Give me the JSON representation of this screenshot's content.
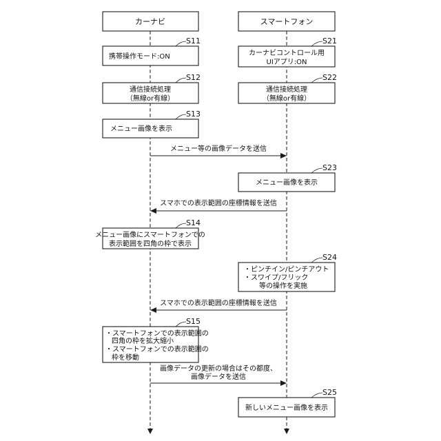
{
  "actors": {
    "car_navi": "カーナビ",
    "smartphone": "スマートフォン"
  },
  "steps": {
    "s11": {
      "label": "S11",
      "text": "携帯操作モード:ON"
    },
    "s21": {
      "label": "S21",
      "line1": "カーナビコントロール用",
      "line2": "UIアプリ:ON"
    },
    "s12": {
      "label": "S12",
      "line1": "通信接続処理",
      "line2": "（無線or有線）"
    },
    "s22": {
      "label": "S22",
      "line1": "通信接続処理",
      "line2": "（無線or有線）"
    },
    "s13": {
      "label": "S13",
      "text": "メニュー画像を表示"
    },
    "s23": {
      "label": "S23",
      "text": "メニュー画像を表示"
    },
    "s14": {
      "label": "S14",
      "line1": "メニュー画像にスマートフォンでの",
      "line2": "表示範囲を四角の枠で表示"
    },
    "s24": {
      "label": "S24",
      "line1": "・ピンチイン/ピンチアウト",
      "line2": "・スワイプ/フリック",
      "line3": "等の操作を実施"
    },
    "s15": {
      "label": "S15",
      "line1": "・スマートフォンでの表示範囲の",
      "line2": "四角の枠を拡大縮小",
      "line3": "・スマートフォンでの表示範囲の",
      "line4": "枠を移動"
    },
    "s25": {
      "label": "S25",
      "text": "新しいメニュー画像を表示"
    }
  },
  "messages": {
    "m1": "メニュー等の画像データを送信",
    "m2": "スマホでの表示範囲の座標情報を送信",
    "m3": "スマホでの表示範囲の座標情報を送信",
    "m4_line1": "画像データの更新の場合はその都度、",
    "m4_line2": "画像データを送信"
  }
}
